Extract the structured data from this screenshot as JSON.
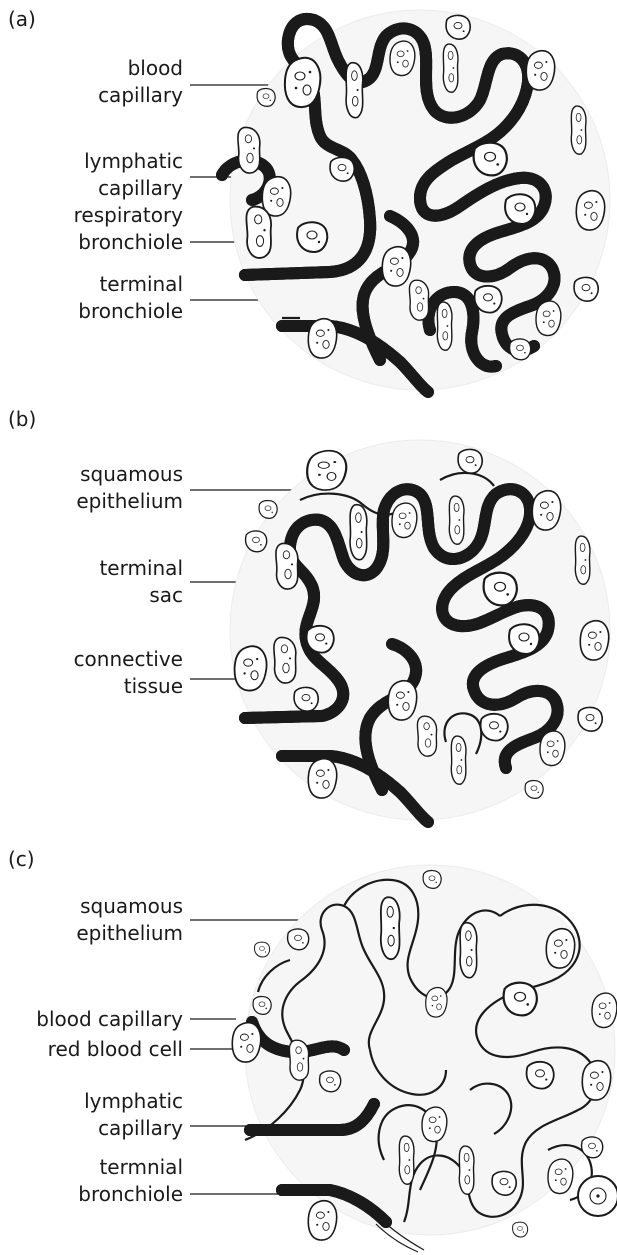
{
  "panels": [
    {
      "letter": "(a)",
      "labels": [
        {
          "line1": "blood",
          "line2": "capillary"
        },
        {
          "line1": "lymphatic",
          "line2": "capillary"
        },
        {
          "line1": "respiratory",
          "line2": "bronchiole"
        },
        {
          "line1": "terminal",
          "line2": "bronchiole"
        }
      ]
    },
    {
      "letter": "(b)",
      "labels": [
        {
          "line1": "squamous",
          "line2": "epithelium"
        },
        {
          "line1": "terminal",
          "line2": "sac"
        },
        {
          "line1": "connective",
          "line2": "tissue"
        }
      ]
    },
    {
      "letter": "(c)",
      "labels": [
        {
          "line1": "squamous",
          "line2": "epithelium"
        },
        {
          "line1": "blood capillary",
          "line2": ""
        },
        {
          "line1": "red blood cell",
          "line2": ""
        },
        {
          "line1": "lymphatic",
          "line2": "capillary"
        },
        {
          "line1": "termnial",
          "line2": "bronchiole"
        }
      ]
    }
  ]
}
